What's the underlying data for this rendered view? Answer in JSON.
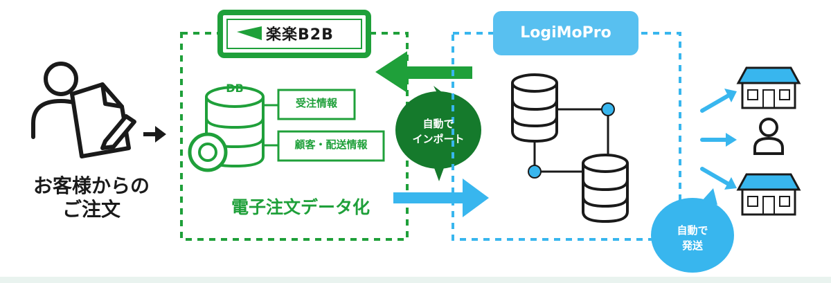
{
  "customer": {
    "line1": "お客様からの",
    "line2": "ご注文"
  },
  "rakuten": {
    "logo_text": "楽楽B2B",
    "db_tag": "DB",
    "order_info": "受注情報",
    "customer_info": "顧客・配送情報",
    "digitize": "電子注文データ化"
  },
  "import_bubble": {
    "line1": "自動で",
    "line2": "インポート"
  },
  "logimopro": {
    "title": "LogiMoPro"
  },
  "ship_bubble": {
    "line1": "自動で",
    "line2": "発送"
  },
  "colors": {
    "green": "#1fa03a",
    "dark_green": "#157a2c",
    "blue": "#38b6ee",
    "light_blue_box": "#58c0f0",
    "dark": "#222222"
  }
}
